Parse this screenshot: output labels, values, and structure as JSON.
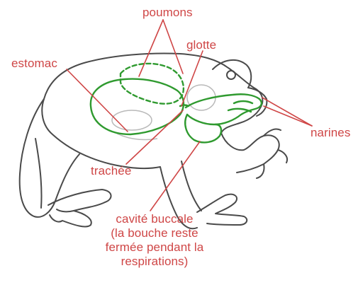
{
  "labels": {
    "poumons": "poumons",
    "glotte": "glotte",
    "estomac": "estomac",
    "narines": "narines",
    "trachee": "trachée",
    "cavite_line1": "cavité buccale",
    "cavite_line2": "(la bouche reste",
    "cavite_line3": "fermée pendant la",
    "cavite_line4": "respirations)"
  },
  "colors": {
    "label_text": "#cf4646",
    "pointer_lines": "#cf4646",
    "organ_outline": "#2f9a2f",
    "frog_outline": "#4a4a4a",
    "faint_internal": "#b9b9b9"
  }
}
